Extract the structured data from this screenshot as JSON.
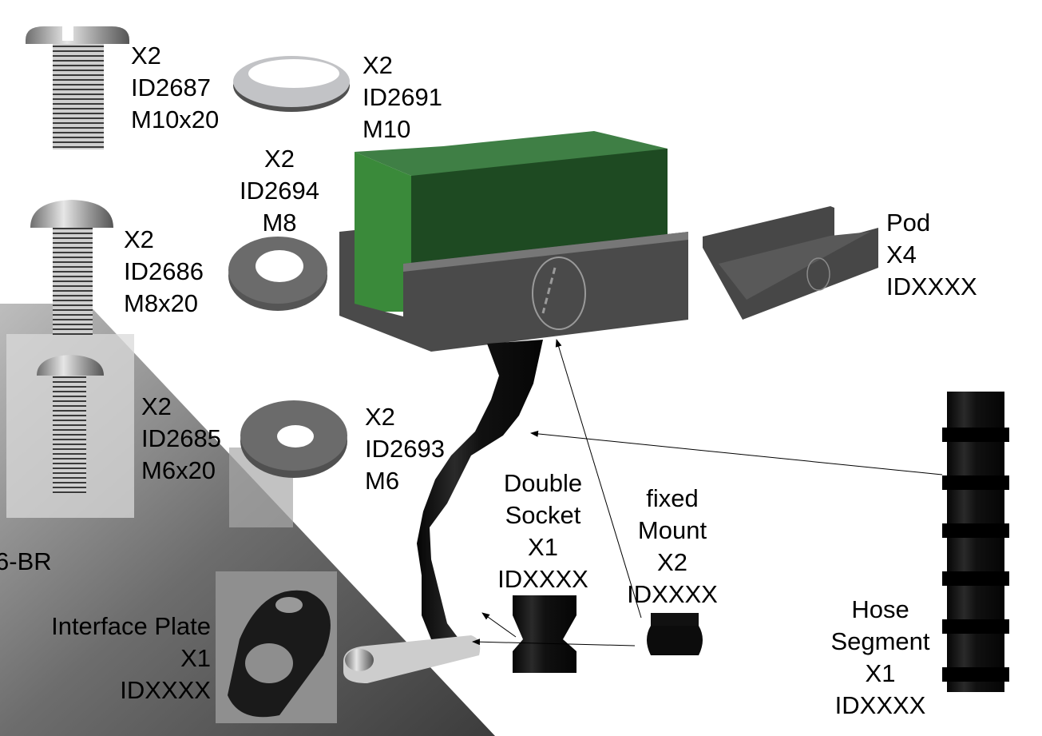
{
  "parts": {
    "screw_m10": {
      "qty": "X2",
      "id": "ID2687",
      "size": "M10x20"
    },
    "washer_m10": {
      "qty": "X2",
      "id": "ID2691",
      "size": "M10"
    },
    "washer_m8": {
      "qty": "X2",
      "id": "ID2694",
      "size": "M8"
    },
    "screw_m8": {
      "qty": "X2",
      "id": "ID2686",
      "size": "M8x20"
    },
    "screw_m6": {
      "qty": "X2",
      "id": "ID2685",
      "size": "M6x20"
    },
    "washer_m6": {
      "qty": "X2",
      "id": "ID2693",
      "size": "M6"
    },
    "pod": {
      "name": "Pod",
      "qty": "X4",
      "id": "IDXXXX"
    },
    "double_socket": {
      "name1": "Double",
      "name2": "Socket",
      "qty": "X1",
      "id": "IDXXXX"
    },
    "fixed_mount": {
      "name1": "fixed",
      "name2": "Mount",
      "qty": "X2",
      "id": "IDXXXX"
    },
    "hose_segment": {
      "name1": "Hose",
      "name2": "Segment",
      "qty": "X1",
      "id": "IDXXXX"
    },
    "interface_plate": {
      "name": "Interface Plate",
      "qty": "X1",
      "id": "IDXXXX"
    }
  },
  "background_text": "6-BR",
  "colors": {
    "green_box_front": "#1f4a22",
    "green_box_side": "#3a8a3a",
    "green_box_top": "#3f7f45",
    "pod_gray": "#4a4a4a",
    "hose_black": "#141414",
    "steel": "#b8b8b8"
  }
}
